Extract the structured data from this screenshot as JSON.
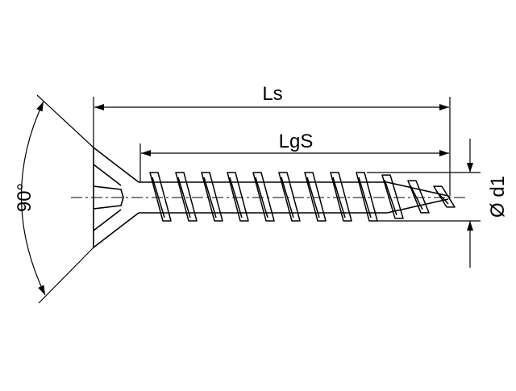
{
  "drawing": {
    "labels": {
      "angle": "90°",
      "overall_length": "Ls",
      "thread_length": "LgS",
      "diameter": "Ø d1"
    },
    "colors": {
      "line": "#000000",
      "background": "#ffffff"
    }
  }
}
